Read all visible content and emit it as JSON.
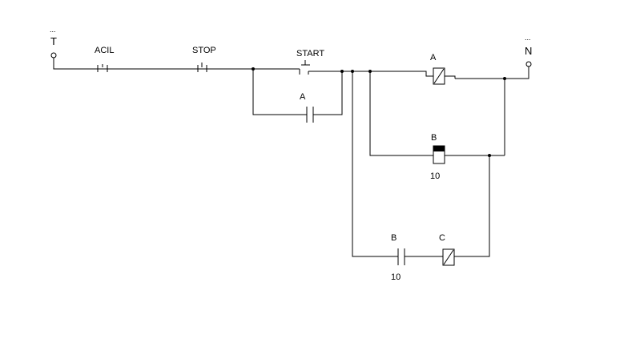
{
  "terminals": {
    "left": {
      "dots": "...",
      "label": "T"
    },
    "right": {
      "dots": "...",
      "label": "N"
    }
  },
  "components": {
    "acil": {
      "label": "ACIL",
      "kind": "pushbutton-nc"
    },
    "stop": {
      "label": "STOP",
      "kind": "pushbutton-nc"
    },
    "start": {
      "label": "START",
      "kind": "pushbutton-no"
    },
    "a_contact": {
      "label": "A",
      "kind": "contact-no"
    },
    "a_coil": {
      "label": "A",
      "kind": "coil"
    },
    "b_timer_coil": {
      "label": "B",
      "value": "10",
      "kind": "timer-coil"
    },
    "b_contact": {
      "label": "B",
      "value": "10",
      "kind": "timer-contact-no"
    },
    "c_coil": {
      "label": "C",
      "kind": "coil"
    }
  },
  "colors": {
    "line": "#000000",
    "background": "#ffffff"
  }
}
